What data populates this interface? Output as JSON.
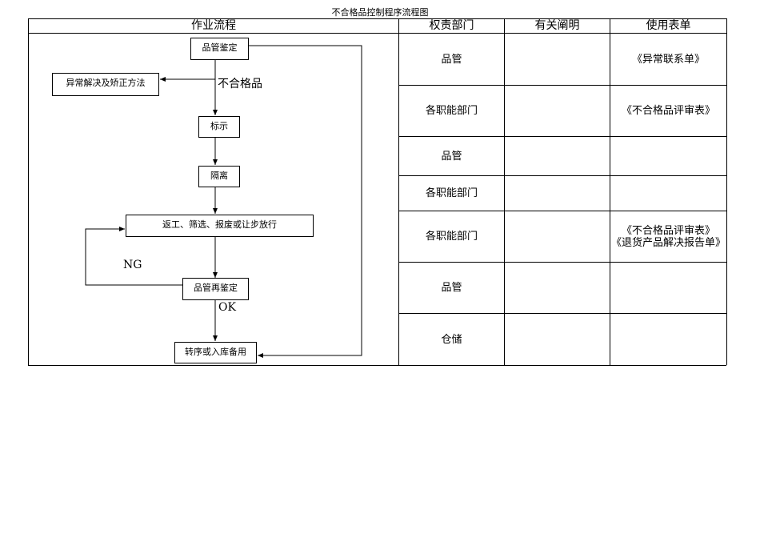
{
  "title": "不合格品控制程序流程图",
  "headers": {
    "process": "作业流程",
    "department": "权责部门",
    "explanation": "有关阐明",
    "forms": "使用表单"
  },
  "flow": {
    "quality_inspection": "品管鉴定",
    "abnormal_resolution": "异常解决及矫正方法",
    "nonconforming_label": "不合格品",
    "marking": "标示",
    "isolation": "隔离",
    "disposition": "返工、筛选、报废或让步放行",
    "ng_label": "NG",
    "reinspection": "品管再鉴定",
    "ok_label": "OK",
    "transfer_storage": "转序或入库备用"
  },
  "rows": [
    {
      "department": "品管",
      "explanation": "",
      "forms": "《异常联系单》"
    },
    {
      "department": "各职能部门",
      "explanation": "",
      "forms": "《不合格品评审表》"
    },
    {
      "department": "品管",
      "explanation": "",
      "forms": ""
    },
    {
      "department": "各职能部门",
      "explanation": "",
      "forms": ""
    },
    {
      "department": "各职能部门",
      "explanation": "",
      "forms": "《不合格品评审表》\n《退货产品解决报告单》"
    },
    {
      "department": "品管",
      "explanation": "",
      "forms": ""
    },
    {
      "department": "仓储",
      "explanation": "",
      "forms": ""
    }
  ]
}
